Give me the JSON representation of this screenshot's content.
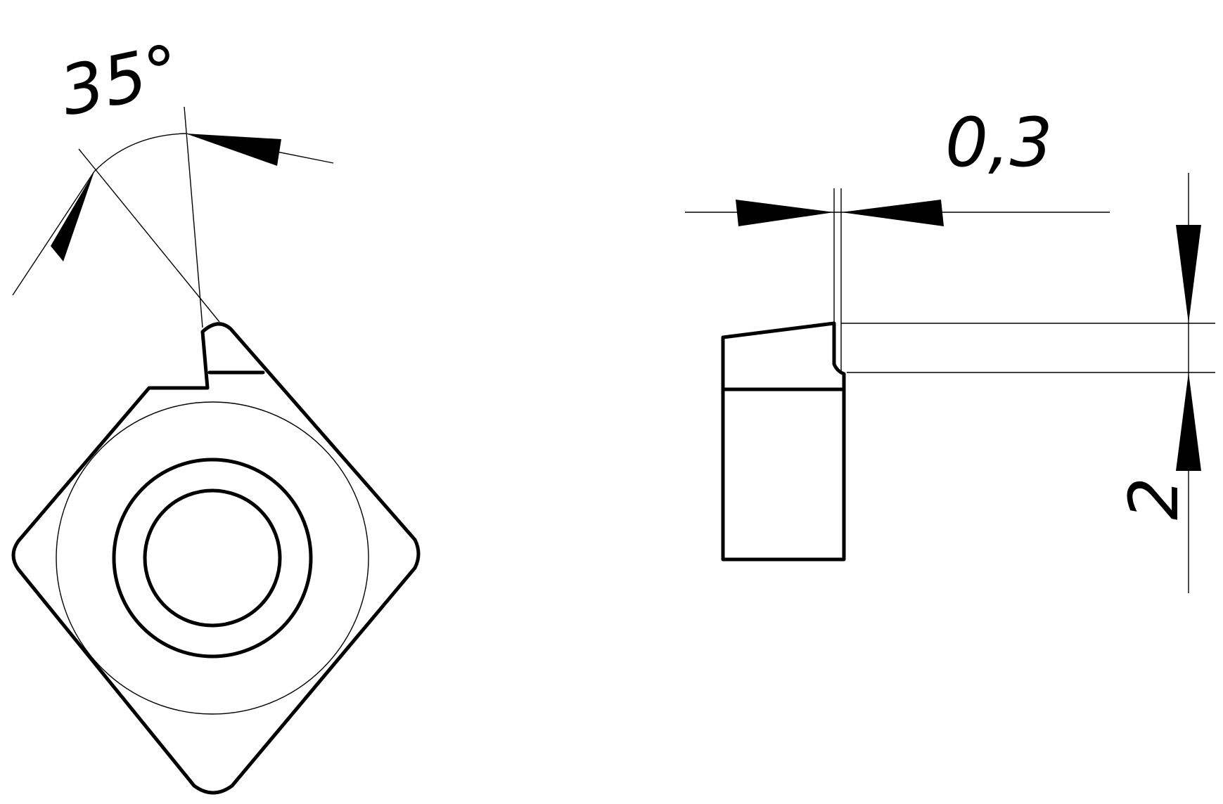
{
  "drawing": {
    "angle_dimension": "35°",
    "offset_dimension": "0,3",
    "depth_dimension": "2"
  },
  "colors": {
    "line": "#000000",
    "background": "#ffffff"
  }
}
